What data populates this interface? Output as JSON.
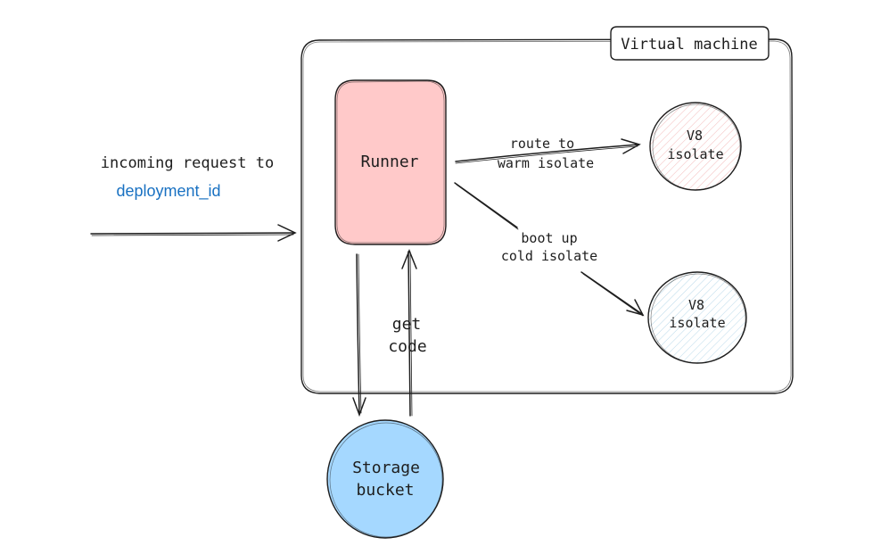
{
  "vm": {
    "label": "Virtual machine"
  },
  "request": {
    "label": "incoming request to",
    "target": "deployment_id",
    "target_color": "#1971c2"
  },
  "runner": {
    "label": "Runner",
    "fill": "#ffc9c9"
  },
  "route_warm": {
    "line1": "route to",
    "line2": "warm isolate"
  },
  "boot_cold": {
    "line1": "boot up",
    "line2": "cold isolate"
  },
  "isolate_warm": {
    "line1": "V8",
    "line2": "isolate",
    "fill": "#fff0f0"
  },
  "isolate_cold": {
    "line1": "V8",
    "line2": "isolate",
    "fill": "#eef6fb"
  },
  "get_code": {
    "line1": "get",
    "line2": "code"
  },
  "storage": {
    "line1": "Storage",
    "line2": "bucket",
    "fill": "#a5d8ff"
  }
}
